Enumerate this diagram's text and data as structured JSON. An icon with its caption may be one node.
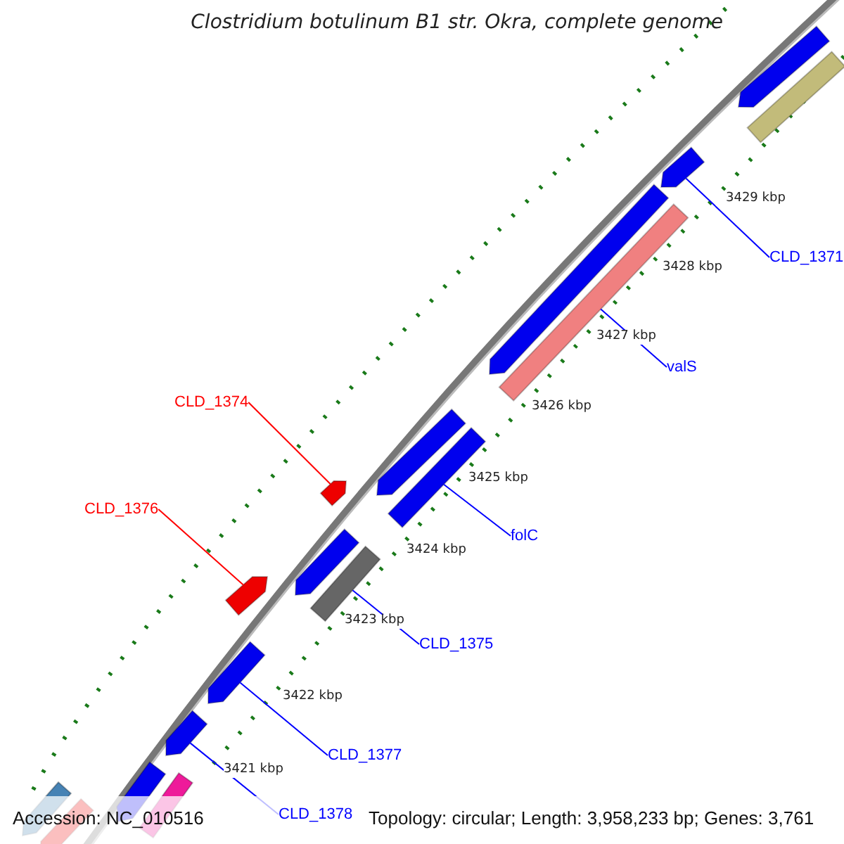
{
  "diagram": {
    "title": "Clostridium botulinum B1 str. Okra, complete genome",
    "nodes": [
      {
        "text": [
          "CLD_1371"
        ]
      },
      {
        "text": [],
        "shape": "arrow"
      },
      {
        "text": [
          "valS"
        ]
      },
      {
        "text": [],
        "shape": "bar"
      },
      {
        "text": [
          "CLD_1374"
        ]
      },
      {
        "text": [],
        "shape": "arrow"
      },
      {
        "text": [
          "folC"
        ]
      },
      {
        "text": [],
        "shape": "bar"
      },
      {
        "text": [
          "CLD_1376"
        ]
      },
      {
        "text": [],
        "shape": "arrow"
      },
      {
        "text": [
          "CLD_1375"
        ]
      },
      {
        "text": [],
        "shape": "bar"
      },
      {
        "text": [
          "CLD_1377"
        ]
      },
      {
        "text": [],
        "shape": "arrow"
      },
      {
        "text": [
          "CLD_1378"
        ]
      },
      {
        "text": [],
        "shape": "arrow"
      }
    ],
    "edges": [
      {
        "from": 0,
        "to": 1,
        "arrow": "none"
      },
      {
        "from": 2,
        "to": 3,
        "arrow": "none"
      },
      {
        "from": 4,
        "to": 5,
        "arrow": "none",
        "color": "#ff0000"
      },
      {
        "from": 6,
        "to": 7,
        "arrow": "none"
      },
      {
        "from": 8,
        "to": 9,
        "arrow": "none",
        "color": "#ff0000"
      },
      {
        "from": 10,
        "to": 11,
        "arrow": "none"
      },
      {
        "from": 12,
        "to": 13,
        "arrow": "none"
      },
      {
        "from": 14,
        "to": 15,
        "arrow": "none"
      }
    ],
    "labels": [
      "3429 kbp",
      "3428 kbp",
      "3427 kbp",
      "3426 kbp",
      "3425 kbp",
      "3424 kbp",
      "3423 kbp",
      "3422 kbp",
      "3421 kbp",
      "Accession: NC_010516",
      "Topology: circular; Length: 3,958,233 bp; Genes: 3,761"
    ]
  }
}
